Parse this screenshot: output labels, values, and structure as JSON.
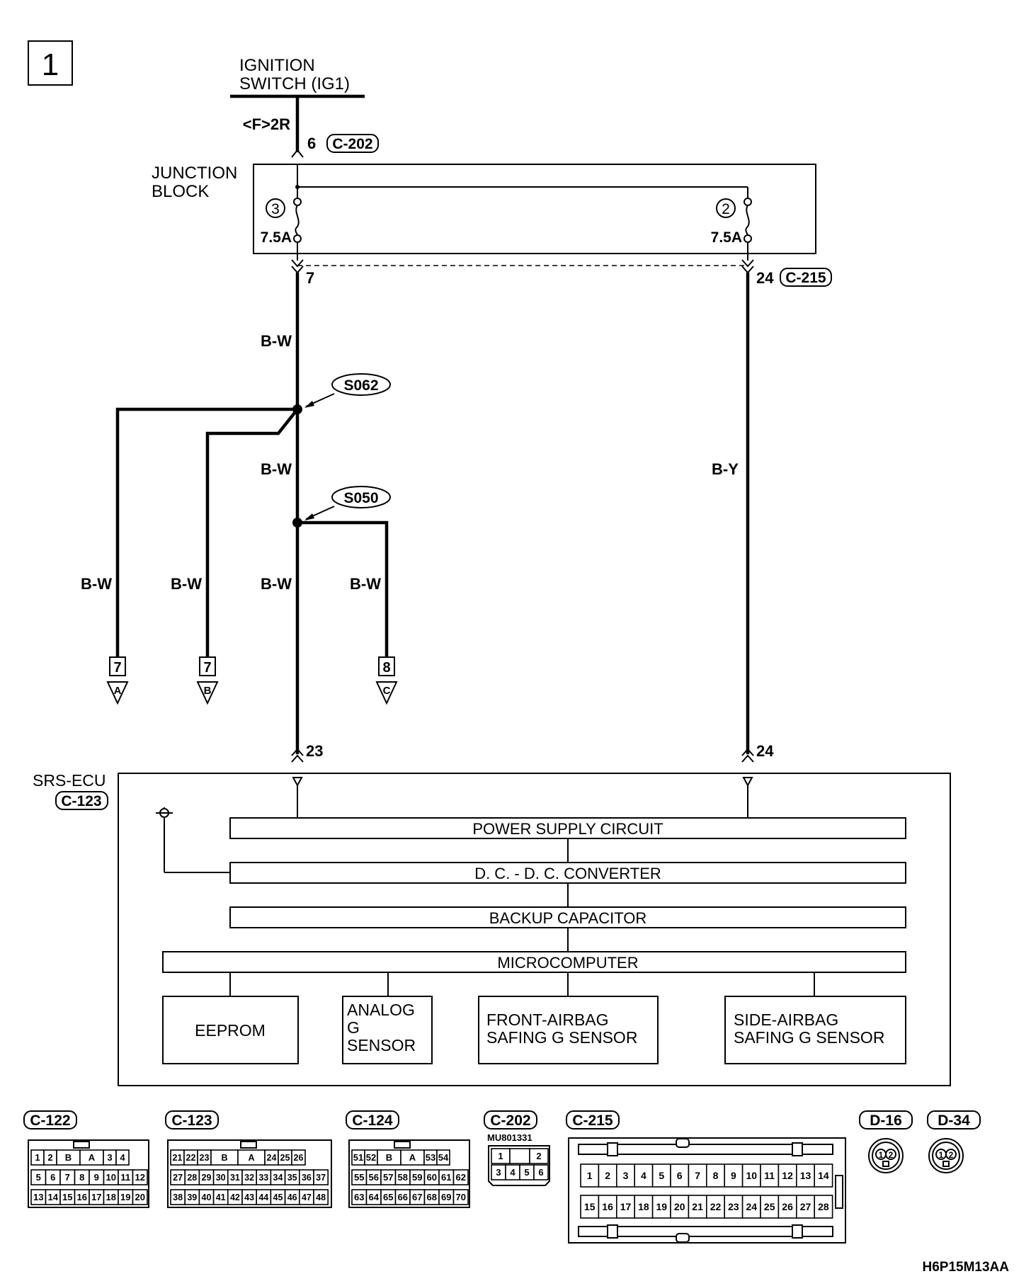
{
  "page_number": "1",
  "figure_code": "H6P15M13AA",
  "ignition": {
    "line1": "IGNITION",
    "line2": "SWITCH (IG1)",
    "pin_ref": "<F>2R"
  },
  "c202_top": {
    "pin": "6",
    "connector": "C-202"
  },
  "junction": {
    "label1": "JUNCTION",
    "label2": "BLOCK",
    "fuses": [
      {
        "number": "3",
        "rating": "7.5A"
      },
      {
        "number": "2",
        "rating": "7.5A"
      }
    ]
  },
  "jb_outputs": {
    "left_pin": "7",
    "right_pin": "24",
    "right_connector": "C-215"
  },
  "wires": {
    "main_top": "B-W",
    "main_mid": "B-W",
    "main_low": "B-W",
    "right": "B-Y",
    "branch_a": "B-W",
    "branch_b": "B-W",
    "branch_c": "B-W"
  },
  "splices": [
    "S062",
    "S050"
  ],
  "off_page": [
    {
      "page": "7",
      "letter": "A"
    },
    {
      "page": "7",
      "letter": "B"
    },
    {
      "page": "8",
      "letter": "C"
    }
  ],
  "ecu": {
    "name": "SRS-ECU",
    "connector": "C-123",
    "pin_left": "23",
    "pin_right": "24",
    "blocks": [
      "POWER SUPPLY CIRCUIT",
      "D. C. - D. C. CONVERTER",
      "BACKUP CAPACITOR",
      "MICROCOMPUTER"
    ],
    "eeprom": "EEPROM",
    "analog": [
      "ANALOG",
      "G",
      "SENSOR"
    ],
    "front": [
      "FRONT-AIRBAG",
      "SAFING G SENSOR"
    ],
    "side": [
      "SIDE-AIRBAG",
      "SAFING G SENSOR"
    ]
  },
  "connectors": {
    "c122": {
      "title": "C-122",
      "rows": [
        [
          "1",
          "2",
          "B",
          "A",
          "3",
          "4"
        ],
        [
          "5",
          "6",
          "7",
          "8",
          "9",
          "10",
          "11",
          "12"
        ],
        [
          "13",
          "14",
          "15",
          "16",
          "17",
          "18",
          "19",
          "20"
        ]
      ]
    },
    "c123": {
      "title": "C-123",
      "rows": [
        [
          "21",
          "22",
          "23",
          "B",
          "A",
          "24",
          "25",
          "26"
        ],
        [
          "27",
          "28",
          "29",
          "30",
          "31",
          "32",
          "33",
          "34",
          "35",
          "36",
          "37"
        ],
        [
          "38",
          "39",
          "40",
          "41",
          "42",
          "43",
          "44",
          "45",
          "46",
          "47",
          "48"
        ]
      ]
    },
    "c124": {
      "title": "C-124",
      "rows": [
        [
          "51",
          "52",
          "B",
          "A",
          "53",
          "54"
        ],
        [
          "55",
          "56",
          "57",
          "58",
          "59",
          "60",
          "61",
          "62"
        ],
        [
          "63",
          "64",
          "65",
          "66",
          "67",
          "68",
          "69",
          "70"
        ]
      ]
    },
    "c202": {
      "title": "C-202",
      "part": "MU801331",
      "rows": [
        [
          "1",
          "",
          "2"
        ],
        [
          "3",
          "4",
          "5",
          "6"
        ]
      ]
    },
    "c215": {
      "title": "C-215",
      "rows": [
        [
          "1",
          "2",
          "3",
          "4",
          "5",
          "6",
          "7",
          "8",
          "9",
          "10",
          "11",
          "12",
          "13",
          "14"
        ],
        [
          "15",
          "16",
          "17",
          "18",
          "19",
          "20",
          "21",
          "22",
          "23",
          "24",
          "25",
          "26",
          "27",
          "28"
        ]
      ]
    },
    "d16": {
      "title": "D-16",
      "pins": [
        "1",
        "2"
      ]
    },
    "d34": {
      "title": "D-34",
      "pins": [
        "1",
        "2"
      ]
    }
  }
}
